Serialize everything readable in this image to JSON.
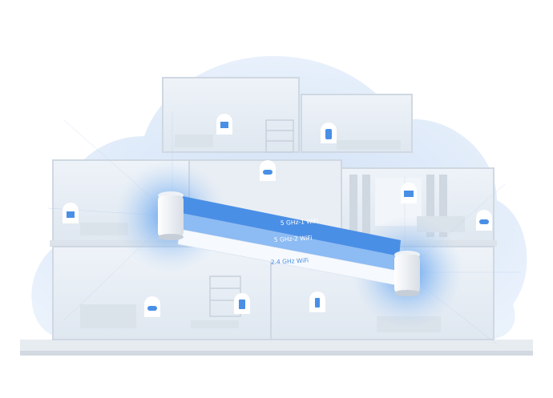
{
  "bands": [
    {
      "label": "5 GHz-1 WiFi"
    },
    {
      "label": "5 GHz-2 WiFi"
    },
    {
      "label": "2.4 GHz WiFi"
    }
  ],
  "colors": {
    "cloud": "#dbe8f8",
    "wall": "#e6ecf3",
    "wall_dark": "#d3dce6",
    "band_1": "#4a8fe6",
    "band_2": "#8dbbf3",
    "band_3": "#ffffff",
    "glow": "#6aa8f0"
  },
  "icons": [
    "smart-home-icon",
    "desktop-icon",
    "game-controller-icon",
    "tv-icon",
    "speaker-icon",
    "game-controller-icon",
    "phone-icon",
    "tablet-icon",
    "camera-icon",
    "game-controller-icon"
  ]
}
